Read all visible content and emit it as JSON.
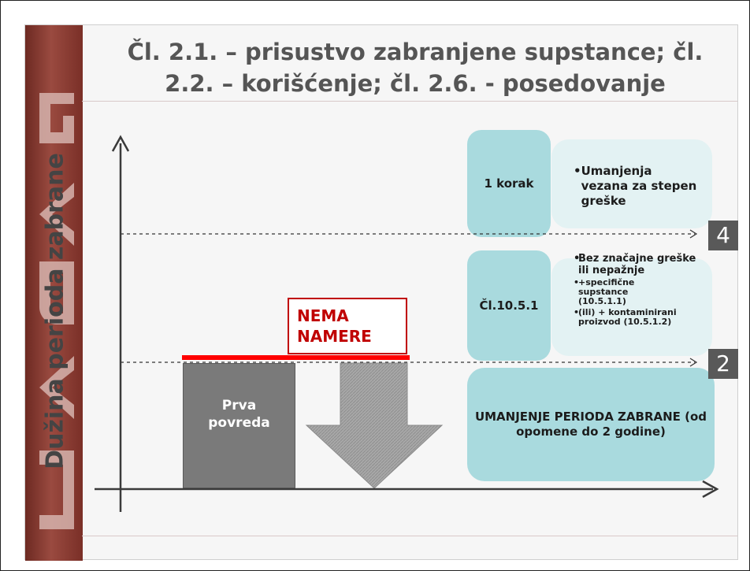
{
  "title": "Čl. 2.1. – prisustvo zabranjene supstance; čl. 2.2. – korišćenje; čl. 2.6. - posedovanje",
  "sidebar": {
    "letters": "ADAS"
  },
  "y_axis_label": "Dužina perioda zabrane",
  "prva_povreda": "Prva povreda",
  "nema_namere": "NEMA NAMERE",
  "step1": {
    "label": "1 korak",
    "bullet": "Umanjenja vezana za stepen greške"
  },
  "step2": {
    "label": "Čl.10.5.1",
    "bullets": [
      "Bez značajne greške ili nepažnje",
      "+specifične supstance (10.5.1.1)",
      "(ili) + kontaminirani proizvod (10.5.1.2)"
    ]
  },
  "umanjenje": "UMANJENJE PERIODA ZABRANE (od opomene do 2 godine)",
  "levels": {
    "upper": "4",
    "lower": "2"
  },
  "colors": {
    "teal": "#a9dade",
    "teal_light": "#e3f2f3",
    "red": "#c00000",
    "gray_box": "#7a7a7a",
    "badge": "#595959"
  }
}
